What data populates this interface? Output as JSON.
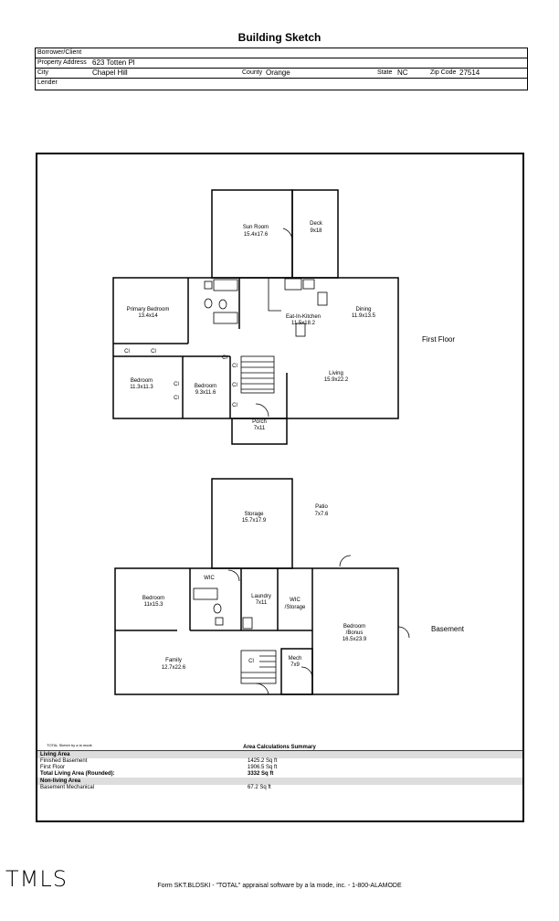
{
  "page_title": "Building Sketch",
  "header": {
    "borrower_label": "Borrower/Client",
    "address_label": "Property Address",
    "address_value": "623 Totten Pl",
    "city_label": "City",
    "city_value": "Chapel Hill",
    "county_label": "County",
    "county_value": "Orange",
    "state_label": "State",
    "state_value": "NC",
    "zip_label": "Zip Code",
    "zip_value": "27514",
    "lender_label": "Lender"
  },
  "first_floor": {
    "label": "First Floor",
    "rooms": [
      {
        "name": "Sun Room",
        "dims": "15.4x17.6"
      },
      {
        "name": "Deck",
        "dims": "9x18"
      },
      {
        "name": "Primary Bedroom",
        "dims": "13.4x14"
      },
      {
        "name": "Eat-In-Kitchen",
        "dims": "11.5x18.2"
      },
      {
        "name": "Dining",
        "dims": "11.9x13.5"
      },
      {
        "name": "Bedroom",
        "dims": "11.3x11.3"
      },
      {
        "name": "Bedroom",
        "dims": "9.3x11.6"
      },
      {
        "name": "Living",
        "dims": "15.9x22.2"
      },
      {
        "name": "Porch",
        "dims": "7x11"
      }
    ],
    "closet_labels": [
      "Cl",
      "Cl",
      "Cl",
      "Cl",
      "Cl",
      "Cl",
      "Cl",
      "Cl"
    ]
  },
  "basement": {
    "label": "Basement",
    "rooms": [
      {
        "name": "Storage",
        "dims": "15.7x17.9"
      },
      {
        "name": "Patio",
        "dims": "7x7.6"
      },
      {
        "name": "Bedroom",
        "dims": "11x15.3"
      },
      {
        "name": "WIC",
        "dims": ""
      },
      {
        "name": "Laundry",
        "dims": "7x11"
      },
      {
        "name": "WIC",
        "dims": "/Storage"
      },
      {
        "name": "Bedroom",
        "dims": "/Bonus"
      },
      {
        "name": "Family",
        "dims": "12.7x22.6"
      },
      {
        "name": "Mech",
        "dims": "7x9"
      }
    ],
    "bonus_dims": "16.5x23.9",
    "closet_label": "Cl"
  },
  "software_note": "TOTAL Sketch by a la mode",
  "summary": {
    "title": "Area Calculations Summary",
    "living_area_label": "Living Area",
    "rows": [
      {
        "label": "Finished Basement",
        "value": "1425.2 Sq ft"
      },
      {
        "label": "First Floor",
        "value": "1906.5 Sq ft"
      }
    ],
    "total_label": "Total Living Area (Rounded):",
    "total_value": "3332 Sq ft",
    "nonliving_label": "Non-living Area",
    "nonliving_rows": [
      {
        "label": "Basement Mechanical",
        "value": "67.2 Sq ft"
      }
    ]
  },
  "logo": "TMLS",
  "footer": "Form SKT.BLDSKI - \"TOTAL\" appraisal software by a la mode, inc. - 1-800-ALAMODE"
}
